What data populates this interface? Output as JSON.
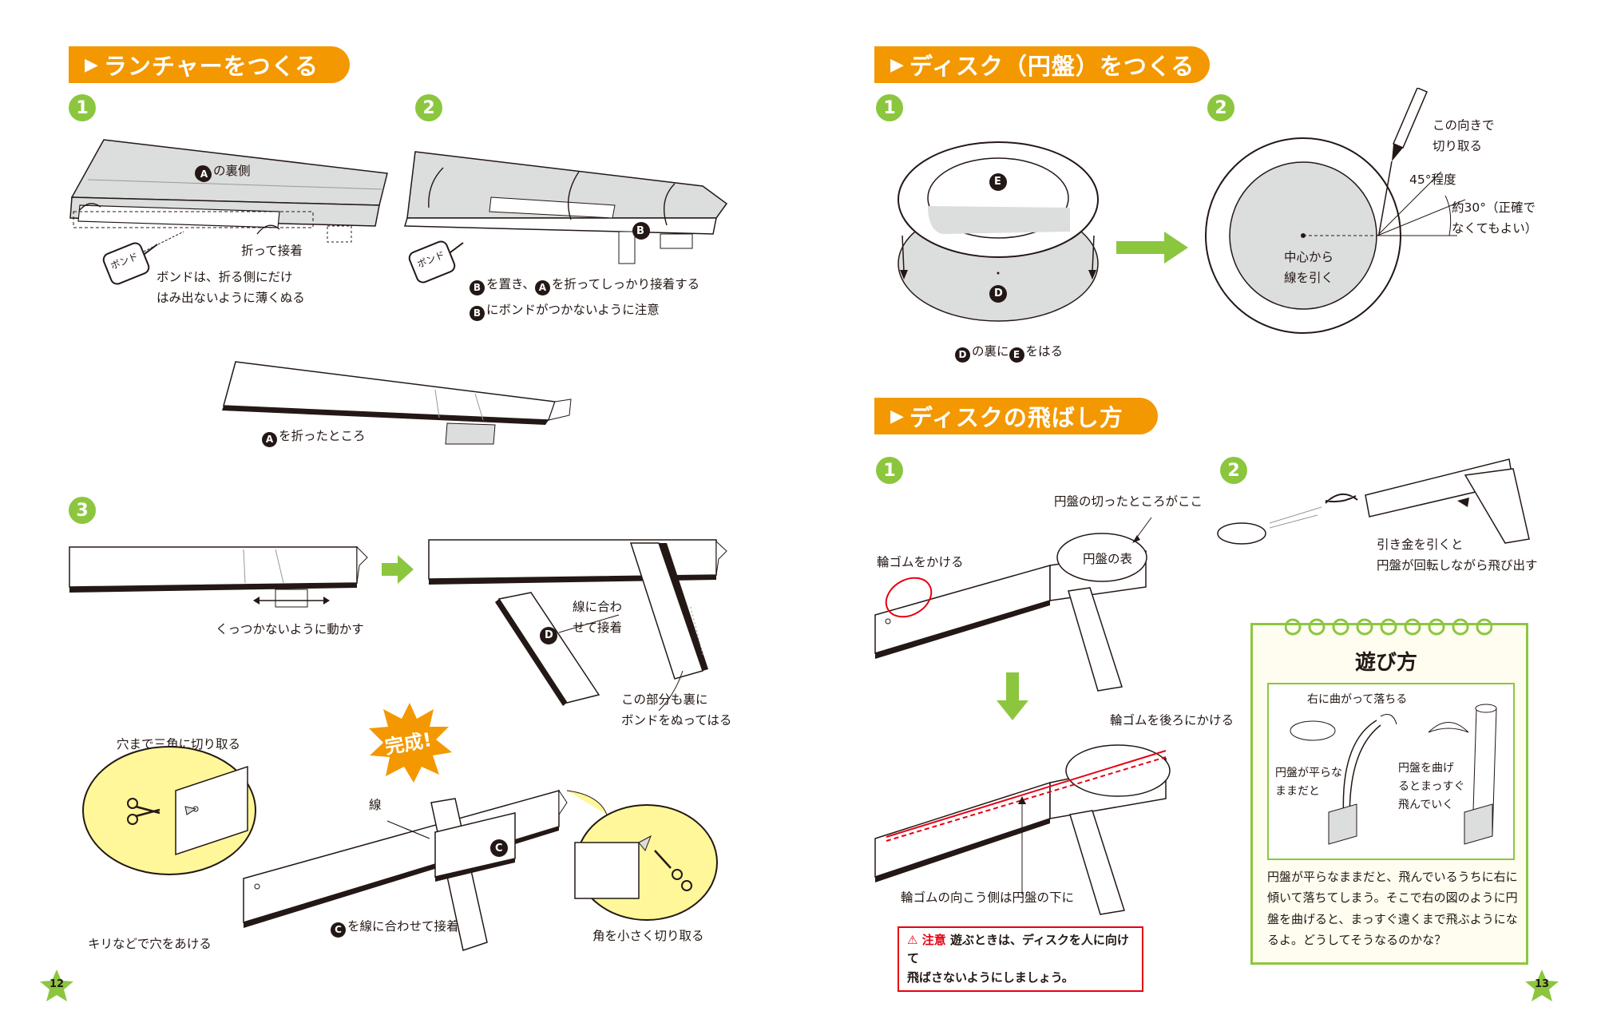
{
  "left_page": {
    "header": "ランチャーをつくる",
    "step1": {
      "num": "1",
      "target_label": "の裏側",
      "target_mark": "A",
      "fold_label": "折って接着",
      "bond_label": "ボンド",
      "bond_note": "ボンドは、折る側にだけ\nはみ出ないように薄くぬる"
    },
    "step2": {
      "num": "2",
      "part_mark": "B",
      "bond_label": "ボンド",
      "line1_mark1": "B",
      "line1_mid": "を置き、",
      "line1_mark2": "A",
      "line1_end": "を折ってしっかり接着する",
      "line2_mark": "B",
      "line2_text": "にボンドがつかないように注意"
    },
    "folded": {
      "mark": "A",
      "text": "を折ったところ"
    },
    "step3": {
      "num": "3",
      "move_label": "くっつかないように動かす",
      "part_mark": "D",
      "align_label": "線に合わ\nせて接着",
      "glue_label": "この部分も裏に\nボンドをぬってはる"
    },
    "finish": {
      "badge": "完成!",
      "cut_label": "穴まで三角に切り取る",
      "line_label": "線",
      "part_mark": "C",
      "attach_mark": "C",
      "attach_text": "を線に合わせて接着",
      "hole_label": "キリなどで穴をあける",
      "corner_label": "角を小さく切り取る"
    },
    "page_number": "12"
  },
  "right_page": {
    "header1": "ディスク（円盤）をつくる",
    "disk1": {
      "num": "1",
      "mark_top": "E",
      "mark_bottom": "D",
      "caption_mark1": "D",
      "caption_mid": "の裏に",
      "caption_mark2": "E",
      "caption_end": "をはる"
    },
    "disk2": {
      "num": "2",
      "cut_dir": "この向きで\n切り取る",
      "angle45": "45°程度",
      "angle30": "約30°（正確で\nなくてもよい）",
      "center_line": "中心から\n線を引く"
    },
    "header2": "ディスクの飛ばし方",
    "fly1": {
      "num": "1",
      "cut_here": "円盤の切ったところがここ",
      "rubber": "輪ゴムをかける",
      "disk_face": "円盤の表",
      "rubber_back": "輪ゴムを後ろにかける",
      "rubber_under": "輪ゴムの向こう側は円盤の下に"
    },
    "fly2": {
      "num": "2",
      "trigger": "引き金を引くと\n円盤が回転しながら飛び出す"
    },
    "caution": {
      "label": "注意",
      "text": "遊ぶときは、ディスクを人に向けて\n飛ばさないようにしましょう。"
    },
    "play": {
      "title": "遊び方",
      "curve": "右に曲がって落ちる",
      "flat": "円盤が平らな\nままだと",
      "bent": "円盤を曲げ\nるとまっすぐ\n飛んでいく",
      "body": "円盤が平らなままだと、飛んでいるうちに右に\n傾いて落ちてしまう。そこで右の図のように円\n盤を曲げると、まっすぐ遠くまで飛ぶようにな\nるよ。どうしてそうなるのかな？"
    },
    "page_number": "13"
  },
  "colors": {
    "orange": "#f39800",
    "green": "#8cc63f",
    "yellow": "#fff799",
    "red": "#e60012",
    "gray": "#dcdddd"
  }
}
